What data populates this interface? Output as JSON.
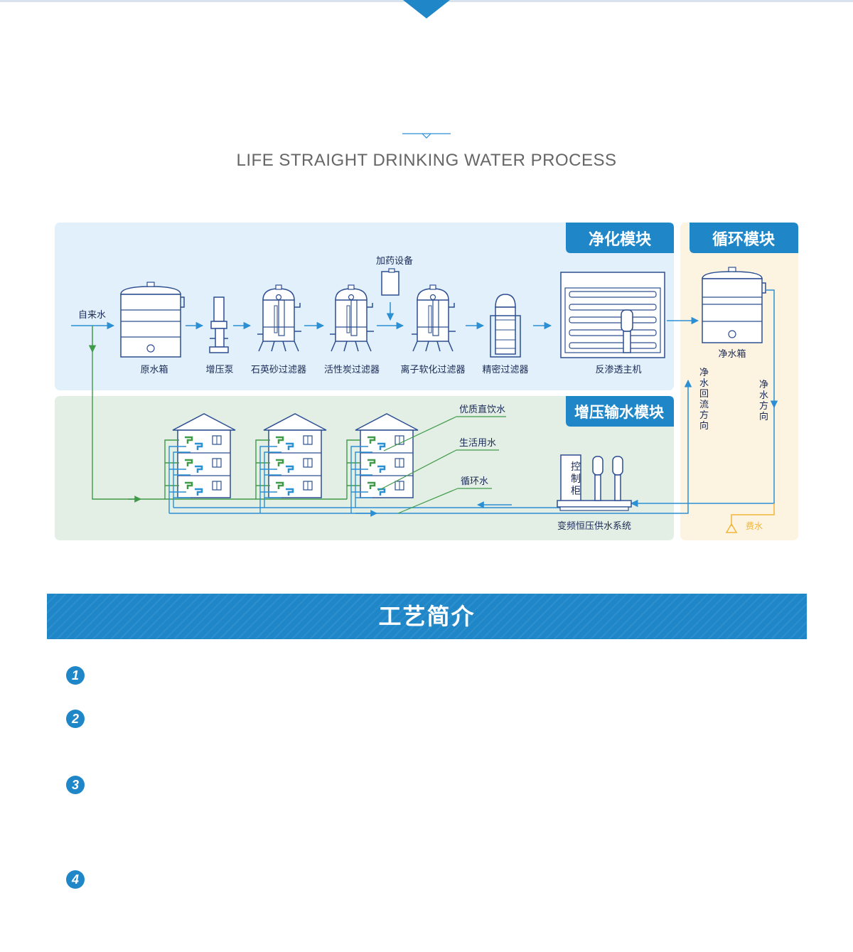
{
  "header": {
    "title": "LIFE STRAIGHT DRINKING WATER PROCESS"
  },
  "modules": {
    "purify": "净化模块",
    "circulate": "循环模块",
    "booster": "增压输水模块"
  },
  "labels": {
    "tap_water": "自来水",
    "raw_tank": "原水箱",
    "booster_pump": "增压泵",
    "quartz_filter": "石英砂过滤器",
    "carbon_filter": "活性炭过滤器",
    "softener_filter": "离子软化过滤器",
    "precision_filter": "精密过滤器",
    "ro_host": "反渗透主机",
    "dosing_equipment": "加药设备",
    "clean_tank": "净水箱",
    "clean_return_direction": "净水回流方向",
    "clean_water_direction": "净水方向",
    "premium_drinking_water": "优质直饮水",
    "domestic_water": "生活用水",
    "circulating_water": "循环水",
    "control_cabinet": "控制柜",
    "vf_supply_system": "变频恒压供水系统",
    "waste_water": "费水"
  },
  "intro": {
    "title": "工艺简介",
    "steps": [
      "1",
      "2",
      "3",
      "4"
    ]
  },
  "colors": {
    "accent": "#1f86c8",
    "purify_bg": "#e1f0fa",
    "booster_bg": "#e3efe4",
    "circulate_bg": "#fdf3e1",
    "line_blue": "#2b8fd4",
    "line_green": "#3f9a4a",
    "line_orange": "#f0b63c",
    "equipment": "#2d4f91"
  }
}
